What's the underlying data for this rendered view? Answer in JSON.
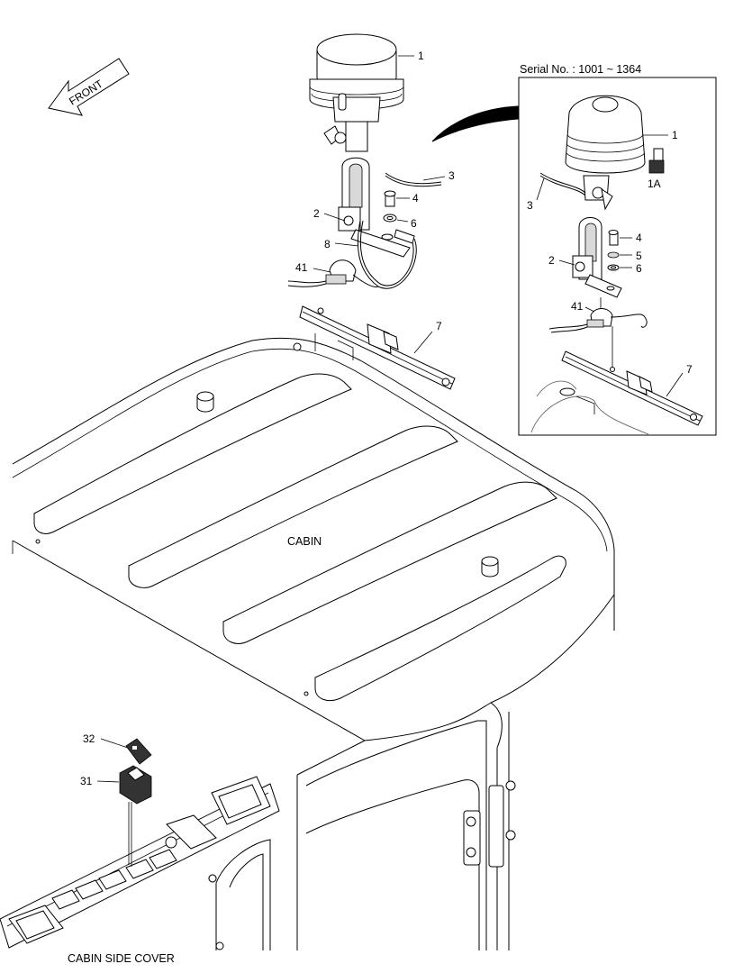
{
  "front_label": "FRONT",
  "inset": {
    "serial_label": "Serial No. : 1001 ~ 1364"
  },
  "captions": {
    "cabin": "CABIN",
    "cabin_side_cover": "CABIN SIDE COVER"
  },
  "main_callouts": {
    "c1": "1",
    "c2": "2",
    "c3": "3",
    "c4": "4",
    "c6": "6",
    "c7": "7",
    "c8": "8",
    "c41": "41",
    "c31": "31",
    "c32": "32"
  },
  "inset_callouts": {
    "c1": "1",
    "c1a": "1A",
    "c2": "2",
    "c3": "3",
    "c4": "4",
    "c5": "5",
    "c6": "6",
    "c7": "7",
    "c41": "41"
  }
}
